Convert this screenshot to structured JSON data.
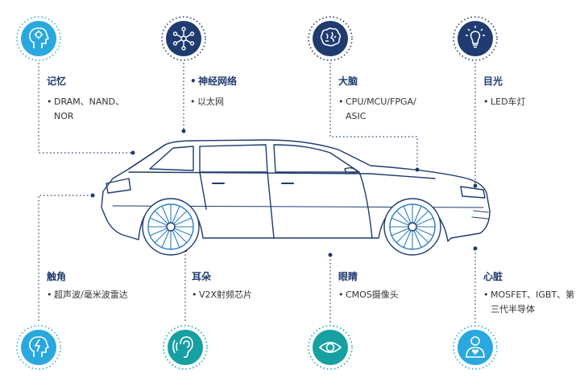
{
  "colors": {
    "navy": "#1f3b70",
    "cyan": "#29a8e0",
    "teal": "#17a0a2",
    "dots": "#1f3b70"
  },
  "components": [
    {
      "title": "记忆",
      "desc": [
        "DRAM、NAND、",
        "NOR"
      ],
      "icon": "brain-gear-icon",
      "color": "cyan"
    },
    {
      "title": "神经网络",
      "desc": [
        "以太网"
      ],
      "icon": "neural-network-icon",
      "color": "navy"
    },
    {
      "title": "大脑",
      "desc": [
        "CPU/MCU/FPGA/",
        "ASIC"
      ],
      "icon": "brain-icon",
      "color": "navy"
    },
    {
      "title": "目光",
      "desc": [
        "LED车灯"
      ],
      "icon": "light-bulb-icon",
      "color": "navy"
    },
    {
      "title": "触角",
      "desc": [
        "超声波/毫米波雷达"
      ],
      "icon": "head-lightning-icon",
      "color": "cyan"
    },
    {
      "title": "耳朵",
      "desc": [
        "V2X射频芯片"
      ],
      "icon": "ear-icon",
      "color": "teal"
    },
    {
      "title": "眼睛",
      "desc": [
        "CMOS摄像头"
      ],
      "icon": "eye-icon",
      "color": "teal"
    },
    {
      "title": "心脏",
      "desc": [
        "MOSFET、IGBT、第",
        "三代半导体"
      ],
      "icon": "person-heart-icon",
      "color": "cyan"
    }
  ]
}
